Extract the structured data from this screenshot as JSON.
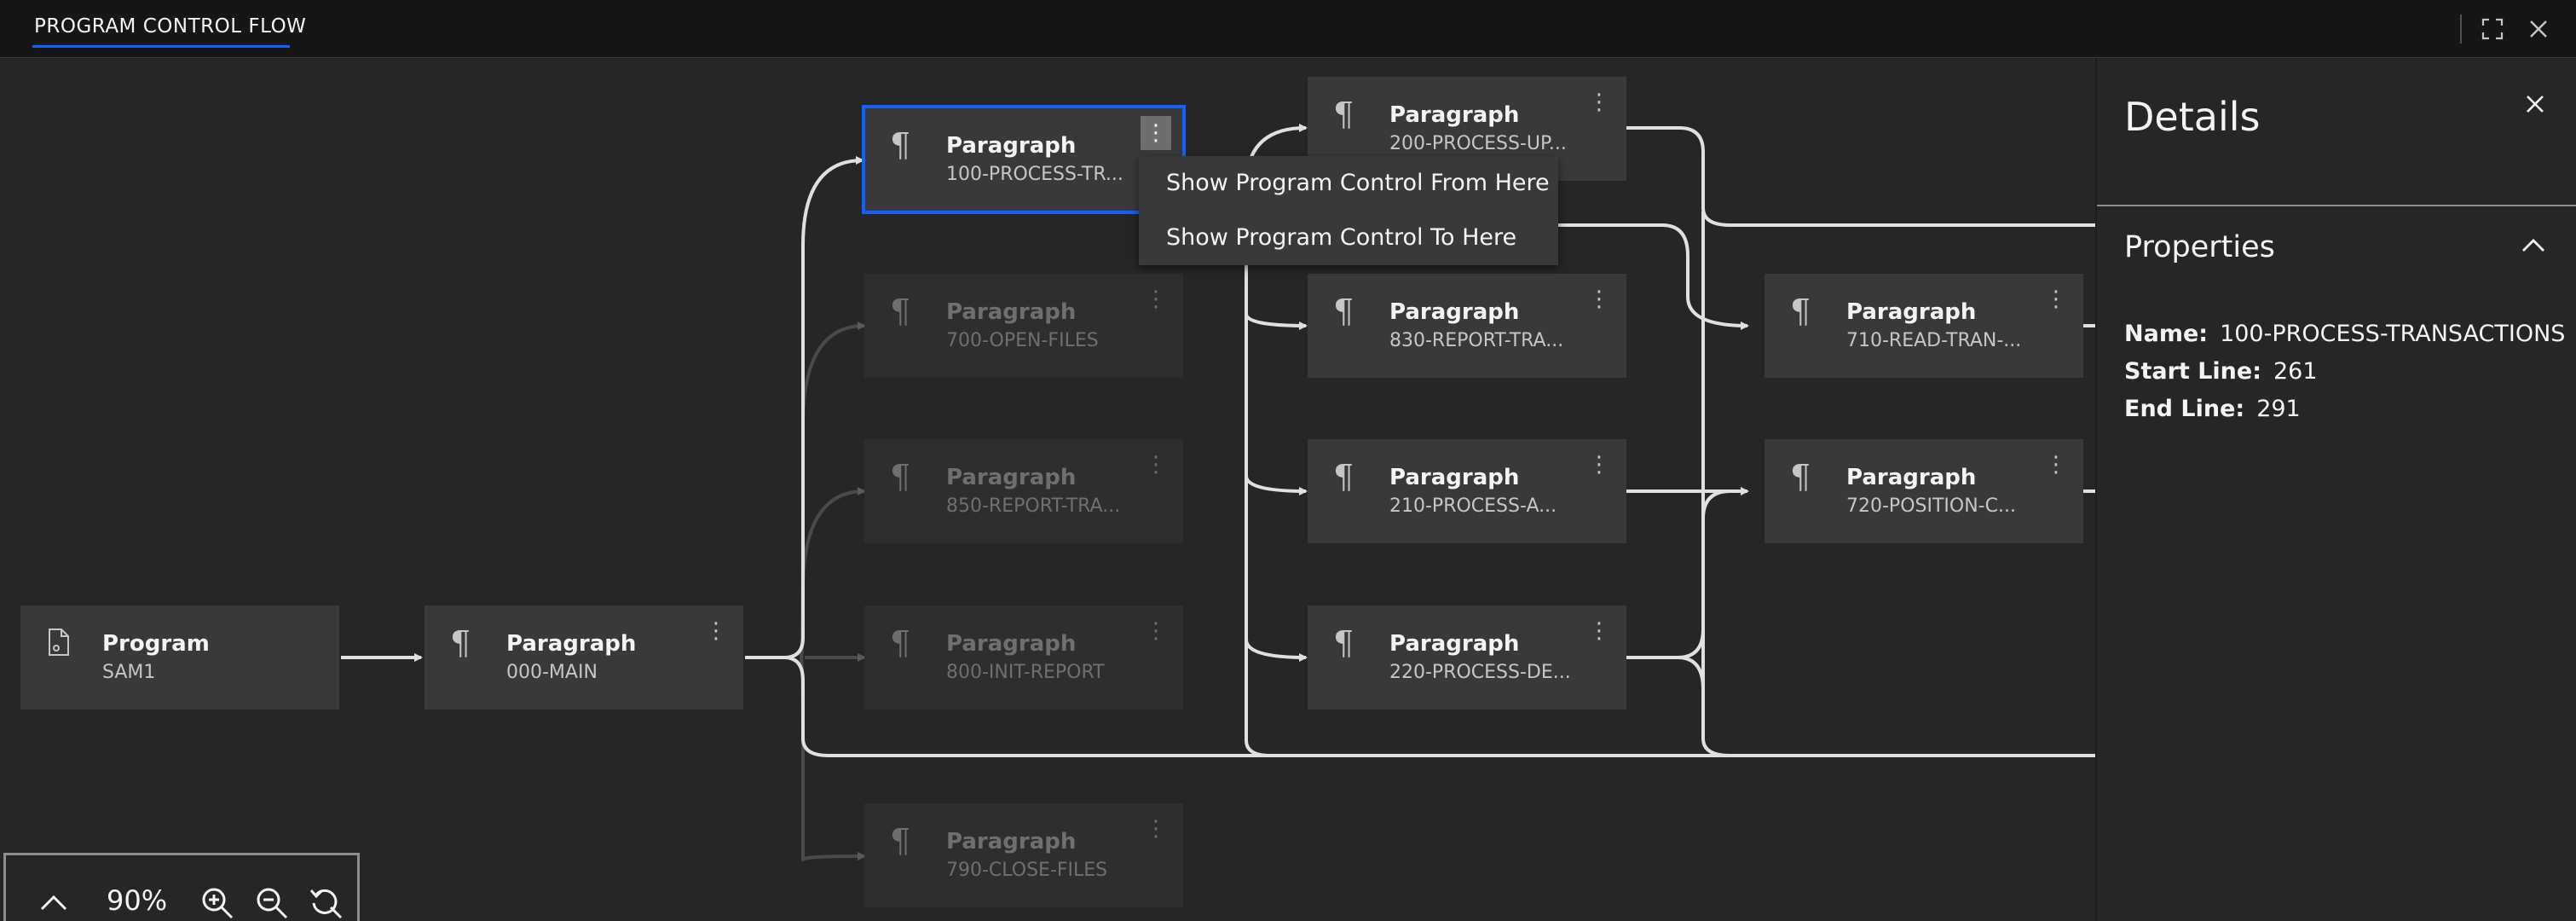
{
  "header": {
    "title": "PROGRAM CONTROL FLOW"
  },
  "graph": {
    "nodes": [
      {
        "type": "Program",
        "name": "SAM1",
        "state": "normal",
        "menu": false
      },
      {
        "type": "Paragraph",
        "name": "000-MAIN",
        "state": "normal",
        "menu": true
      },
      {
        "type": "Paragraph",
        "name": "100-PROCESS-TR...",
        "state": "selected",
        "menu": true
      },
      {
        "type": "Paragraph",
        "name": "700-OPEN-FILES",
        "state": "dimmed",
        "menu": true
      },
      {
        "type": "Paragraph",
        "name": "850-REPORT-TRA...",
        "state": "dimmed",
        "menu": true
      },
      {
        "type": "Paragraph",
        "name": "800-INIT-REPORT",
        "state": "dimmed",
        "menu": true
      },
      {
        "type": "Paragraph",
        "name": "790-CLOSE-FILES",
        "state": "dimmed",
        "menu": true
      },
      {
        "type": "Paragraph",
        "name": "200-PROCESS-UP...",
        "state": "normal",
        "menu": true
      },
      {
        "type": "Paragraph",
        "name": "830-REPORT-TRA...",
        "state": "normal",
        "menu": true
      },
      {
        "type": "Paragraph",
        "name": "210-PROCESS-A...",
        "state": "normal",
        "menu": true
      },
      {
        "type": "Paragraph",
        "name": "220-PROCESS-DE...",
        "state": "normal",
        "menu": true
      },
      {
        "type": "Paragraph",
        "name": "710-READ-TRAN-...",
        "state": "normal",
        "menu": true
      },
      {
        "type": "Paragraph",
        "name": "720-POSITION-C...",
        "state": "normal",
        "menu": true
      }
    ]
  },
  "context_menu": {
    "items": [
      "Show Program Control From Here",
      "Show Program Control To Here"
    ]
  },
  "zoom": {
    "level": "90%"
  },
  "details": {
    "title": "Details",
    "section": "Properties",
    "properties": [
      {
        "label": "Name:",
        "value": "100-PROCESS-TRANSACTIONS"
      },
      {
        "label": "Start Line:",
        "value": "261"
      },
      {
        "label": "End Line:",
        "value": "291"
      }
    ]
  },
  "colors": {
    "accent": "#0f62fe",
    "background": "#262626",
    "node": "#393939",
    "edge": "#e0e0e0"
  },
  "icons": {
    "program": "program-file-icon",
    "paragraph": "pilcrow-icon",
    "menu": "overflow-menu-icon",
    "fullscreen": "maximize-icon",
    "close": "close-icon",
    "collapse": "chevron-up-icon",
    "zoom_in": "zoom-in-icon",
    "zoom_out": "zoom-out-icon",
    "reset": "reset-icon"
  }
}
